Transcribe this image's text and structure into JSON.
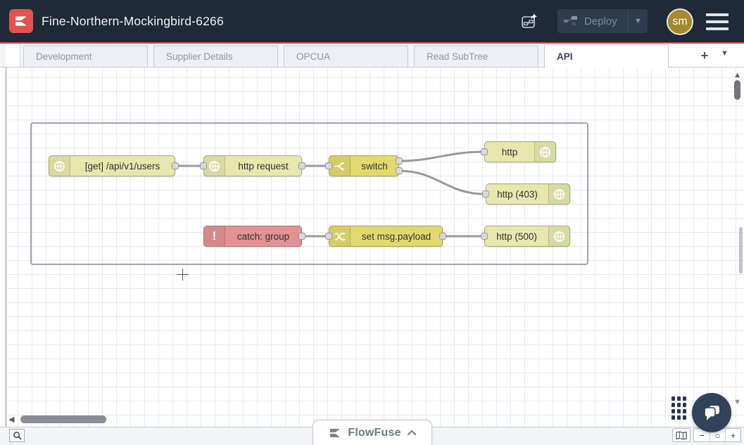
{
  "header": {
    "title": "Fine-Northern-Mockingbird-6266",
    "deploy": {
      "label": "Deploy"
    },
    "avatar": {
      "initials": "sm"
    },
    "colors": {
      "bar": "#1f2a38",
      "accent_red": "#e0423e",
      "logo_red": "#e4524e",
      "avatar_bg": "#a5882f"
    }
  },
  "tabs": {
    "items": [
      {
        "label": "Development",
        "active": false
      },
      {
        "label": "Supplier Details",
        "active": false
      },
      {
        "label": "OPCUA",
        "active": false
      },
      {
        "label": "Read SubTree",
        "active": false
      },
      {
        "label": "API",
        "active": true
      }
    ],
    "add_label": "+"
  },
  "canvas": {
    "nodes": [
      {
        "label": "[get] /api/v1/users",
        "type": "http in",
        "icon": "globe",
        "color": "#e7e7ae",
        "border": "#a8a87a"
      },
      {
        "label": "http request",
        "type": "http request",
        "icon": "globe",
        "color": "#e7e7ae",
        "border": "#a8a87a"
      },
      {
        "label": "switch",
        "type": "switch",
        "icon": "fork",
        "color": "#e2d96e",
        "border": "#ada24c"
      },
      {
        "label": "http",
        "type": "http response",
        "icon": "globe",
        "color": "#e7e7ae",
        "border": "#a8a87a"
      },
      {
        "label": "http (403)",
        "type": "http response",
        "icon": "globe",
        "color": "#e7e7ae",
        "border": "#a8a87a"
      },
      {
        "label": "catch: group",
        "type": "catch",
        "icon": "exclamation",
        "color": "#e49191",
        "border": "#b07272"
      },
      {
        "label": "set msg.payload",
        "type": "change",
        "icon": "shuffle",
        "color": "#e2d96e",
        "border": "#ada24c"
      },
      {
        "label": "http (500)",
        "type": "http response",
        "icon": "globe",
        "color": "#e7e7ae",
        "border": "#a8a87a"
      }
    ],
    "wire_color": "#999999",
    "grid_color": "#e8e9f3",
    "group_border": "#a2a2ac"
  },
  "footer": {
    "flowfuse_label": "FlowFuse",
    "zoom_out": "−",
    "zoom_reset": "○",
    "zoom_in": "+"
  },
  "chat": {
    "color": "#324258"
  }
}
